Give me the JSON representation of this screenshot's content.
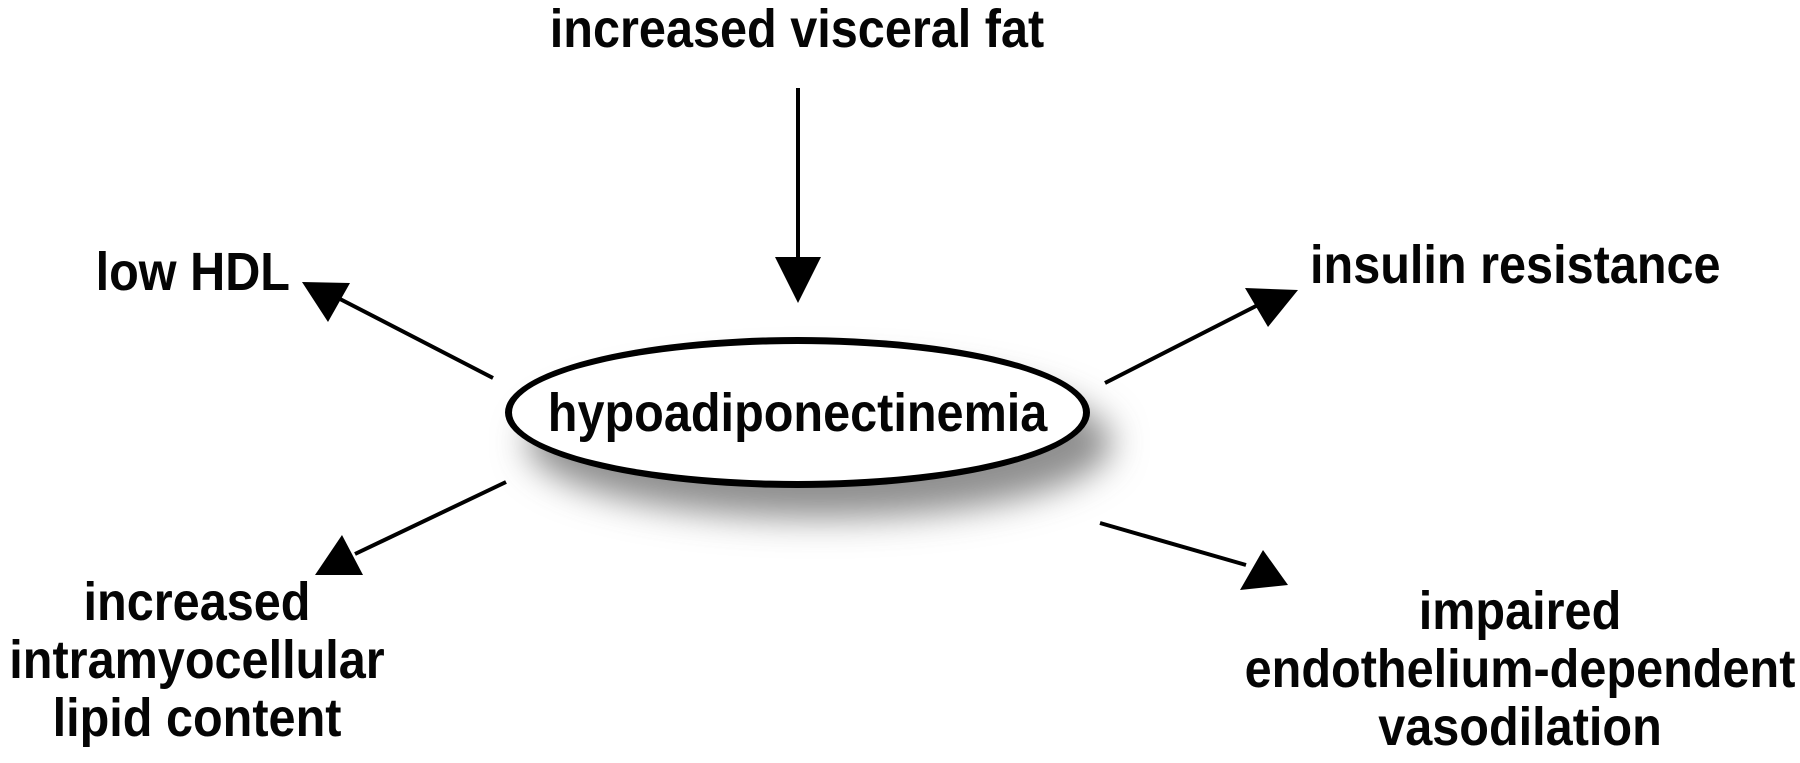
{
  "diagram": {
    "type": "concept-map",
    "title_hidden": "",
    "colors": {
      "background": "#ffffff",
      "ink": "#000000",
      "node_fill": "#ffffff",
      "shadow": "#4b4b4b"
    },
    "nodes": {
      "visceral_fat": {
        "label": "increased visceral fat",
        "role": "cause",
        "position": "top"
      },
      "center": {
        "label": "hypoadiponectinemia",
        "shape": "ellipse",
        "position": "center"
      },
      "low_hdl": {
        "label": "low HDL",
        "role": "effect",
        "position": "upper-left"
      },
      "insulin_resistance": {
        "label": "insulin resistance",
        "role": "effect",
        "position": "upper-right"
      },
      "lipid_content": {
        "label": "increased intramyocellular lipid content",
        "lines": [
          "increased",
          "intramyocellular",
          "lipid content"
        ],
        "role": "effect",
        "position": "lower-left"
      },
      "vasodilation": {
        "label": "impaired endothelium-dependent vasodilation",
        "lines": [
          "impaired",
          "endothelium-dependent",
          "vasodilation"
        ],
        "role": "effect",
        "position": "lower-right"
      }
    },
    "edges": [
      {
        "from": "visceral_fat",
        "to": "center",
        "direction": "down"
      },
      {
        "from": "center",
        "to": "low_hdl",
        "direction": "up-left"
      },
      {
        "from": "center",
        "to": "insulin_resistance",
        "direction": "up-right"
      },
      {
        "from": "center",
        "to": "lipid_content",
        "direction": "down-left"
      },
      {
        "from": "center",
        "to": "vasodilation",
        "direction": "down-right"
      }
    ]
  }
}
